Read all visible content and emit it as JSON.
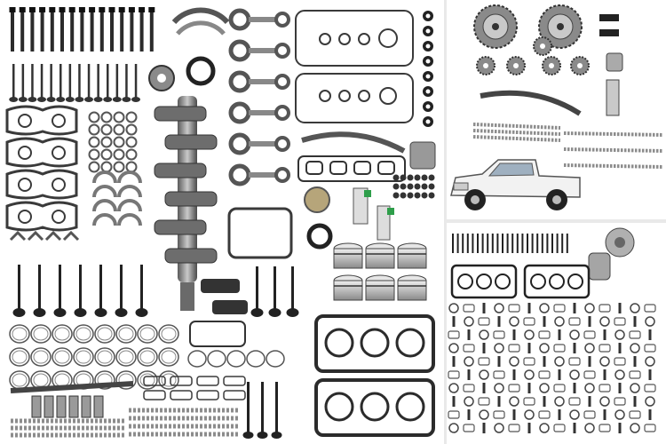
{
  "image": {
    "width": 750,
    "height": 500,
    "background": "#ffffff",
    "divider_color": "#e9e9e9",
    "panels": [
      "engine-parts-kit-main",
      "timing-components-with-pickup-truck",
      "full-engine-rebuild-kit-overview"
    ]
  },
  "colors": {
    "steel_dark": "#2b2b2b",
    "steel_mid": "#7a7a7a",
    "steel_light": "#c8c8c8",
    "gasket_line": "#3a3a3a",
    "green_clip": "#2e9e4a",
    "truck_white": "#f2f2f2",
    "chain_gray": "#8c8c8c"
  },
  "parts": {
    "head_bolts_count": 15,
    "valves_count": 12,
    "connecting_rods_count": 6,
    "pistons_count": 6,
    "exhaust_manifold_gaskets_count": 4
  }
}
